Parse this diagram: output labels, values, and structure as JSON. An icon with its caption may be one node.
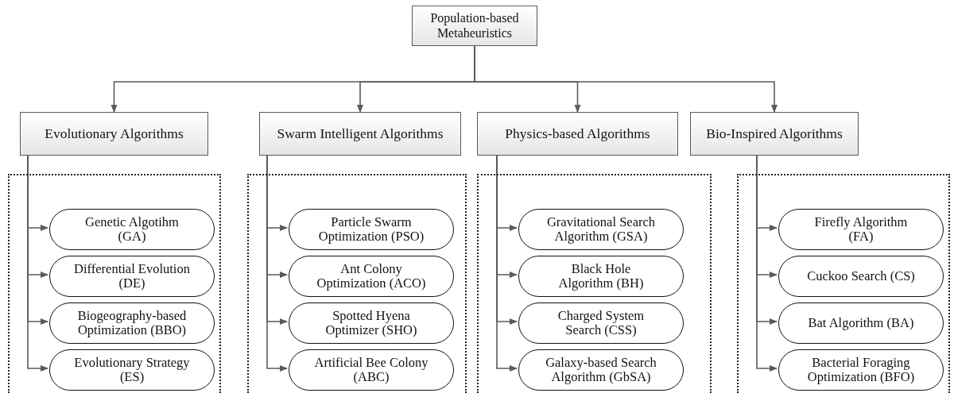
{
  "diagram": {
    "nodes": [
      {
        "text": [
          "Population-based Metaheuristics"
        ]
      },
      {
        "text": [
          "Evolutionary Algorithms"
        ]
      },
      {
        "text": [
          "Swarm Intelligent Algorithms"
        ]
      },
      {
        "text": [
          "Physics-based Algorithms"
        ]
      },
      {
        "text": [
          "Bio-Inspired Algorithms"
        ]
      },
      {
        "text": [],
        "shape": "box"
      },
      {
        "text": [
          "Genetic Algotihm (GA)"
        ],
        "in": 5
      },
      {
        "text": [
          "Differential Evolution (DE)"
        ],
        "in": 5
      },
      {
        "text": [
          "Biogeography-based Optimization (BBO)"
        ],
        "in": 5
      },
      {
        "text": [
          "Evolutionary Strategy (ES)"
        ],
        "in": 5
      },
      {
        "text": [],
        "shape": "box"
      },
      {
        "text": [
          "Particle Swarm Optimization (PSO)"
        ],
        "in": 10
      },
      {
        "text": [
          "Ant Colony Optimization (ACO)"
        ],
        "in": 10
      },
      {
        "text": [
          "Spotted Hyena Optimizer (SHO)"
        ],
        "in": 10
      },
      {
        "text": [
          "Artificial Bee Colony (ABC)"
        ],
        "in": 10
      },
      {
        "text": [],
        "shape": "box"
      },
      {
        "text": [
          "Gravitational Search Algorithm (GSA)"
        ],
        "in": 15
      },
      {
        "text": [
          "Black Hole Algorithm (BH)"
        ],
        "in": 15
      },
      {
        "text": [
          "Charged System Search (CSS)"
        ],
        "in": 15
      },
      {
        "text": [
          "Galaxy-based Search Algorithm (GbSA)"
        ],
        "in": 15
      },
      {
        "text": [],
        "shape": "box"
      },
      {
        "text": [
          "Firefly Algorithm (FA)"
        ],
        "in": 20
      },
      {
        "text": [
          "Cuckoo Search (CS)"
        ],
        "in": 20
      },
      {
        "text": [
          "Bat Algorithm (BA)"
        ],
        "in": 20
      },
      {
        "text": [
          "Bacterial Foraging Optimization (BFO)"
        ],
        "in": 20
      }
    ],
    "edges": [
      {
        "from": 0,
        "to": 1,
        "arrow": "to"
      },
      {
        "from": 0,
        "to": 2,
        "arrow": "to"
      },
      {
        "from": 0,
        "to": 3,
        "arrow": "to"
      },
      {
        "from": 0,
        "to": 4,
        "arrow": "to"
      },
      {
        "from": 1,
        "to": 6,
        "arrow": "to"
      },
      {
        "from": 1,
        "to": 7,
        "arrow": "to"
      },
      {
        "from": 1,
        "to": 8,
        "arrow": "to"
      },
      {
        "from": 1,
        "to": 9,
        "arrow": "to"
      },
      {
        "from": 2,
        "to": 11,
        "arrow": "to"
      },
      {
        "from": 2,
        "to": 12,
        "arrow": "to"
      },
      {
        "from": 2,
        "to": 13,
        "arrow": "to"
      },
      {
        "from": 2,
        "to": 14,
        "arrow": "to"
      },
      {
        "from": 3,
        "to": 16,
        "arrow": "to"
      },
      {
        "from": 3,
        "to": 17,
        "arrow": "to"
      },
      {
        "from": 3,
        "to": 18,
        "arrow": "to"
      },
      {
        "from": 3,
        "to": 19,
        "arrow": "to"
      },
      {
        "from": 4,
        "to": 21,
        "arrow": "to"
      },
      {
        "from": 4,
        "to": 22,
        "arrow": "to"
      },
      {
        "from": 4,
        "to": 23,
        "arrow": "to"
      },
      {
        "from": 4,
        "to": 24,
        "arrow": "to"
      }
    ]
  }
}
